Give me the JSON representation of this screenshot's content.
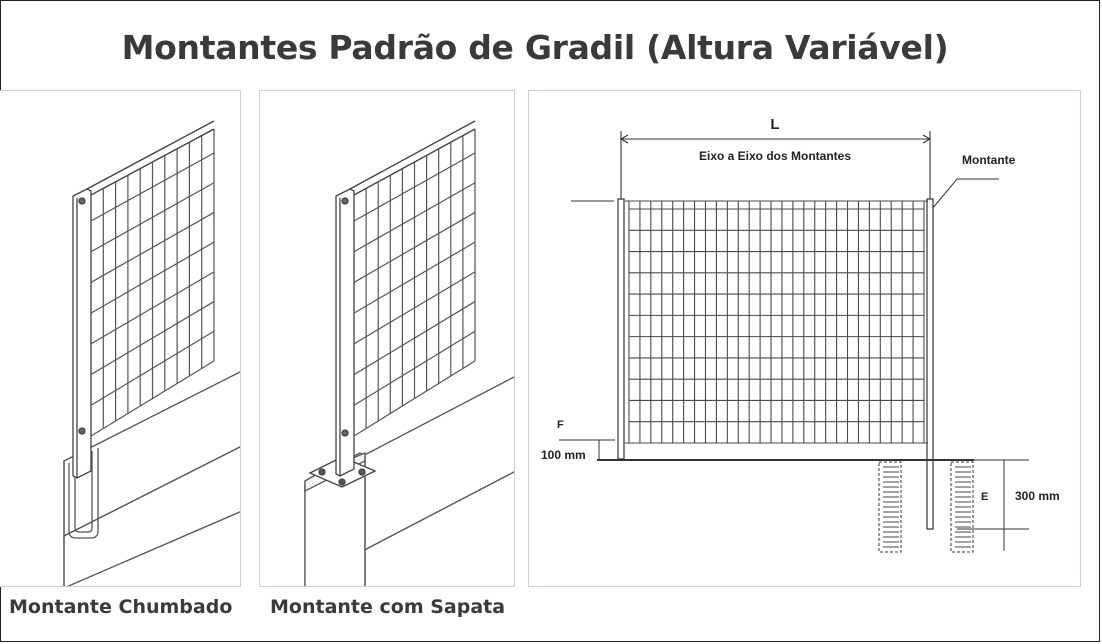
{
  "title": "Montantes Padrão de Gradil (Altura Variável)",
  "captions": {
    "chumbado": "Montante Chumbado",
    "sapata": "Montante com Sapata"
  },
  "diagram": {
    "dim_L": "L",
    "dim_L_desc": "Eixo a Eixo dos Montantes",
    "montante": "Montante",
    "label_F": "F",
    "label_100": "100 mm",
    "label_E": "E",
    "label_300": "300 mm"
  }
}
